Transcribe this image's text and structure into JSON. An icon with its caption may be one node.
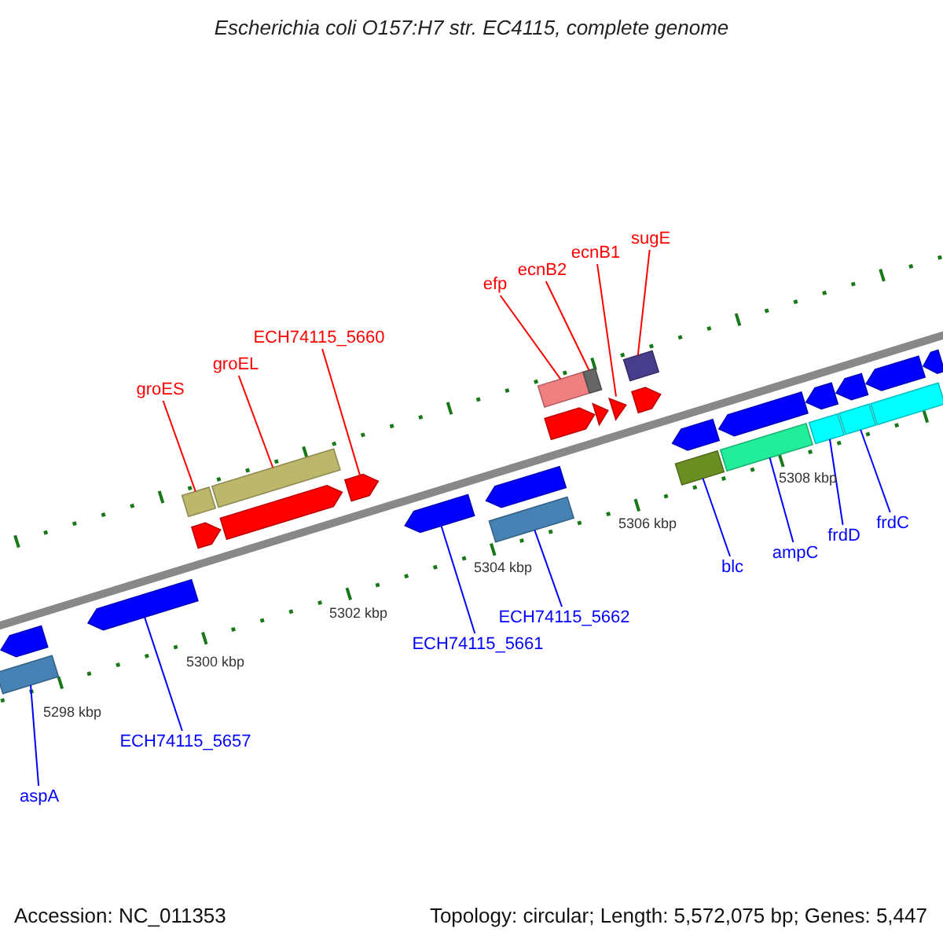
{
  "diagram": {
    "title": "Escherichia coli O157:H7 str. EC4115, complete genome",
    "nodes": [
      {
        "text": [
          "sugE"
        ]
      },
      {
        "text": [
          "ecnB1"
        ]
      },
      {
        "text": [
          "ecnB2"
        ]
      },
      {
        "text": [
          "efp"
        ]
      },
      {
        "text": [
          "ECH74115_5660"
        ]
      },
      {
        "text": [
          "groEL"
        ]
      },
      {
        "text": [
          "groES"
        ]
      },
      {
        "text": [
          "frdC"
        ]
      },
      {
        "text": [
          "frdD"
        ]
      },
      {
        "text": [
          "ampC"
        ]
      },
      {
        "text": [
          "blc"
        ]
      },
      {
        "text": [
          "ECH74115_5662"
        ]
      },
      {
        "text": [
          "ECH74115_5661"
        ]
      },
      {
        "text": [
          "ECH74115_5657"
        ]
      },
      {
        "text": [
          "aspA"
        ]
      },
      {
        "text": [],
        "shape": "pentagon"
      },
      {
        "text": [],
        "shape": "bar"
      },
      {
        "text": [],
        "shape": "pentagon"
      },
      {
        "text": [],
        "shape": "bar"
      },
      {
        "text": [],
        "shape": "pentagon"
      },
      {
        "text": [],
        "shape": "pentagon"
      },
      {
        "text": [],
        "shape": "bar"
      },
      {
        "text": [],
        "shape": "pentagon"
      },
      {
        "text": [],
        "shape": "pentagon"
      },
      {
        "text": [],
        "shape": "bar"
      },
      {
        "text": [],
        "shape": "pentagon"
      },
      {
        "text": [],
        "shape": "pentagon"
      },
      {
        "text": [],
        "shape": "bar"
      },
      {
        "text": [],
        "shape": "bar"
      },
      {
        "text": [],
        "shape": "triangle"
      },
      {
        "text": [],
        "shape": "triangle"
      },
      {
        "text": [],
        "shape": "pentagon"
      },
      {
        "text": [],
        "shape": "bar"
      },
      {
        "text": [],
        "shape": "bar"
      },
      {
        "text": [],
        "shape": "pentagon"
      },
      {
        "text": [],
        "shape": "bar"
      },
      {
        "text": [],
        "shape": "pentagon"
      },
      {
        "text": [],
        "shape": "bar"
      },
      {
        "text": [],
        "shape": "pentagon"
      },
      {
        "text": [],
        "shape": "bar"
      },
      {
        "text": [],
        "shape": "pentagon"
      },
      {
        "text": [],
        "shape": "bar"
      },
      {
        "text": [],
        "shape": "pentagon"
      },
      {
        "text": [],
        "shape": "pentagon"
      }
    ],
    "edges": [
      {
        "from": 0,
        "to": 32,
        "arrow": "none",
        "color": "#ff0000"
      },
      {
        "from": 1,
        "to": 30,
        "arrow": "none",
        "color": "#ff0000"
      },
      {
        "from": 2,
        "to": 28,
        "arrow": "none",
        "color": "#ff0000"
      },
      {
        "from": 3,
        "to": 27,
        "arrow": "none",
        "color": "#ff0000"
      },
      {
        "from": 4,
        "to": 22,
        "arrow": "none",
        "color": "#ff0000"
      },
      {
        "from": 5,
        "to": 21,
        "arrow": "none",
        "color": "#ff0000"
      },
      {
        "from": 6,
        "to": 18,
        "arrow": "none",
        "color": "#ff0000"
      },
      {
        "from": 7,
        "to": 39,
        "arrow": "none"
      },
      {
        "from": 8,
        "to": 37,
        "arrow": "none"
      },
      {
        "from": 9,
        "to": 35,
        "arrow": "none"
      },
      {
        "from": 10,
        "to": 33,
        "arrow": "none"
      },
      {
        "from": 11,
        "to": 24,
        "arrow": "none"
      },
      {
        "from": 12,
        "to": 23,
        "arrow": "none"
      },
      {
        "from": 13,
        "to": 17,
        "arrow": "none"
      },
      {
        "from": 14,
        "to": 16,
        "arrow": "none"
      }
    ],
    "labels": [
      "5308 kbp",
      "5306 kbp",
      "5304 kbp",
      "5302 kbp",
      "5300 kbp",
      "5298 kbp",
      "Accession: NC_011353",
      "Topology: circular; Length: 5,572,075 bp; Genes: 5,447"
    ]
  }
}
